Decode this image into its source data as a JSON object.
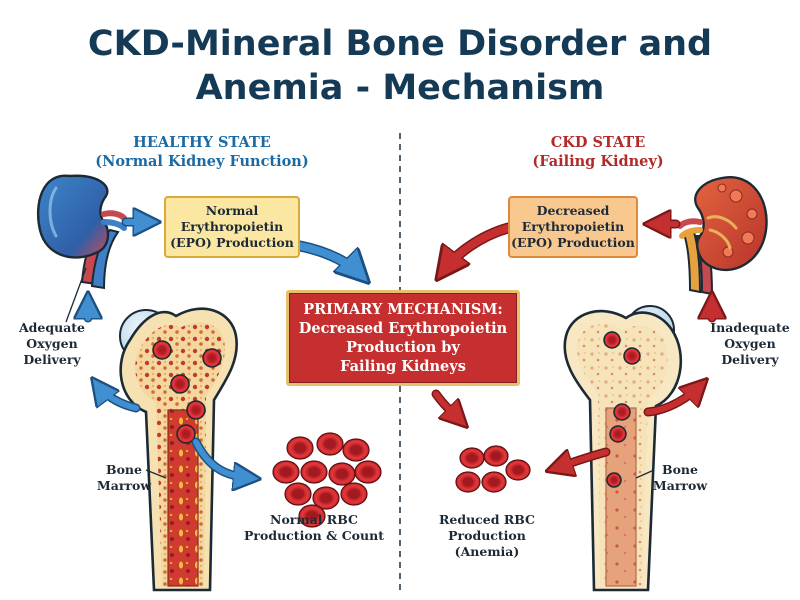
{
  "title": {
    "line1": "CKD-Mineral Bone Disorder and",
    "line2": "Anemia - Mechanism"
  },
  "healthy": {
    "heading": "HEALTHY STATE",
    "subheading": "(Normal Kidney Function)",
    "epo_box": [
      "Normal",
      "Erythropoietin",
      "(EPO) Production"
    ],
    "oxygen_label": [
      "Adequate",
      "Oxygen",
      "Delivery"
    ],
    "marrow_label": [
      "Bone",
      "Marrow"
    ],
    "rbc_label": [
      "Normal RBC",
      "Production & Count"
    ]
  },
  "ckd": {
    "heading": "CKD STATE",
    "subheading": "(Failing Kidney)",
    "epo_box": [
      "Decreased",
      "Erythropoietin",
      "(EPO) Production"
    ],
    "oxygen_label": [
      "Inadequate",
      "Oxygen",
      "Delivery"
    ],
    "marrow_label": [
      "Bone",
      "Marrow"
    ],
    "rbc_label": [
      "Reduced RBC",
      "Production",
      "(Anemia)"
    ]
  },
  "primary": {
    "lines": [
      "PRIMARY MECHANISM:",
      "Decreased Erythropoietin",
      "Production by",
      "Failing Kidneys"
    ]
  },
  "colors": {
    "title": "#143a56",
    "healthy_accent": "#1c6aa3",
    "ckd_accent": "#b32a2a",
    "blue_arrow": "#3f8fd1",
    "red_arrow": "#c62f2f",
    "rbc": "#d7262b",
    "normal_box": "#fbe7a1",
    "decreased_box": "#f9c88f",
    "primary_box": "#c62f2f"
  },
  "icons": [
    "healthy-kidney-icon",
    "failing-kidney-icon",
    "healthy-bone-icon",
    "ckd-bone-icon",
    "red-blood-cell-icon"
  ]
}
